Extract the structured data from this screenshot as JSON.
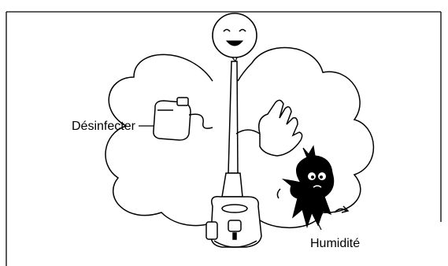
{
  "labels": {
    "disinfect": "Désinfecter",
    "humidity": "Humidité"
  },
  "icons": [
    "smiling-face-icon",
    "disinfectant-bottle-icon",
    "hand-icon",
    "germ-creature-icon",
    "appliance-base-icon",
    "cloud-shape"
  ],
  "colors": {
    "line": "#000000",
    "background": "#ffffff"
  }
}
